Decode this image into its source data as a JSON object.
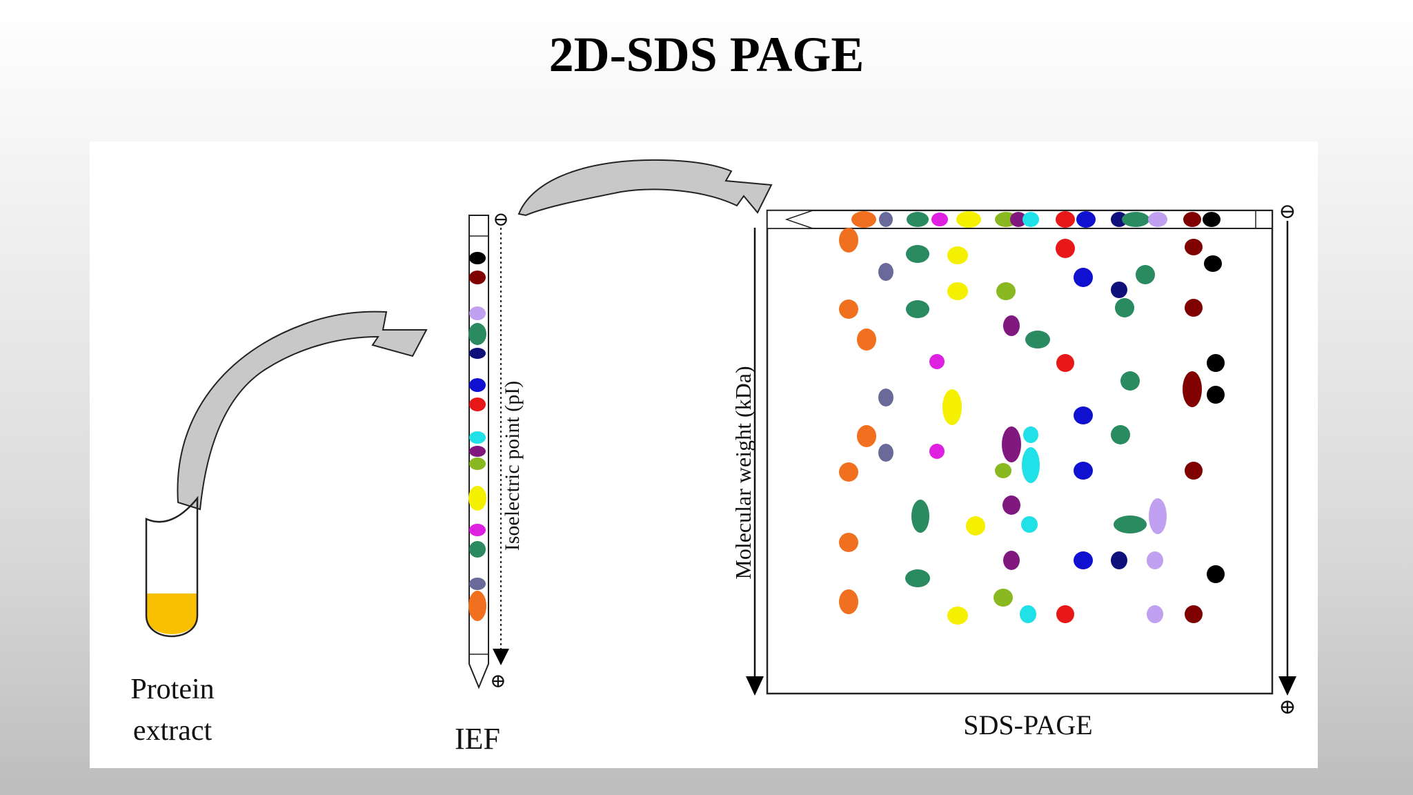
{
  "title": "2D-SDS PAGE",
  "labels": {
    "tube": [
      "Protein",
      "extract"
    ],
    "ief": "IEF",
    "sds": "SDS-PAGE",
    "pi_axis": "Isoelectric point (pI)",
    "mw_axis": "Molecular weight (kDa)",
    "negative_symbol": "⊖",
    "positive_symbol": "⊕"
  },
  "colors": {
    "orange": "#f07020",
    "slate": "#6a6a9a",
    "green": "#2a8a60",
    "magenta": "#e020e0",
    "yellow": "#f4f000",
    "lime": "#8ab820",
    "purple": "#801880",
    "cyan": "#20e0e8",
    "red": "#e81818",
    "blue": "#1010d0",
    "navy": "#10107a",
    "lavender": "#c0a0f0",
    "maroon": "#800000",
    "black": "#000000",
    "liquid": "#f8c000",
    "arrow": "#c8c8c8"
  }
}
